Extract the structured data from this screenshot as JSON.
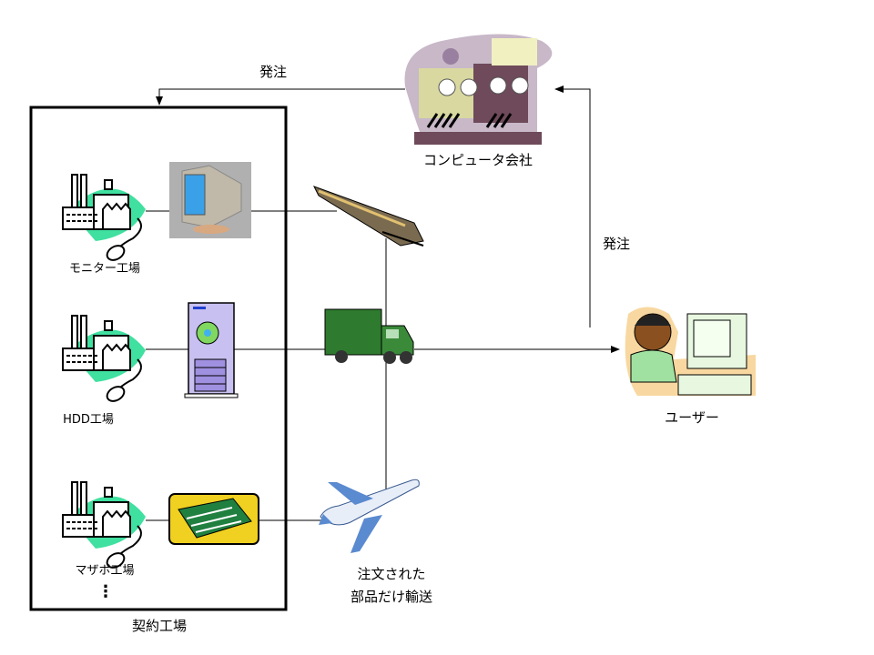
{
  "labels": {
    "order_top": "発注",
    "order_right": "発注",
    "computer_company": "コンピュータ会社",
    "user": "ユーザー",
    "contract_factories": "契約工場",
    "monitor_factory": "モニター工場",
    "hdd_factory": "HDD工場",
    "motherboard_factory": "マザボ工場",
    "ellipsis": "⋮",
    "transport_line1": "注文された",
    "transport_line2": "部品だけ輸送"
  },
  "icons": [
    "factory-icon",
    "monitor-icon",
    "hdd-tower-icon",
    "motherboard-icon",
    "train-icon",
    "truck-icon",
    "airplane-icon",
    "computer-company-icon",
    "user-at-computer-icon"
  ],
  "colors": {
    "factory_swoosh": "#40e0a0",
    "company_purple": "#6e4a5a",
    "company_light": "#d8d8a0",
    "truck_green": "#2e7a2e",
    "plane_blue": "#5a8ad0",
    "monitor_bg": "#b0b0b0"
  }
}
